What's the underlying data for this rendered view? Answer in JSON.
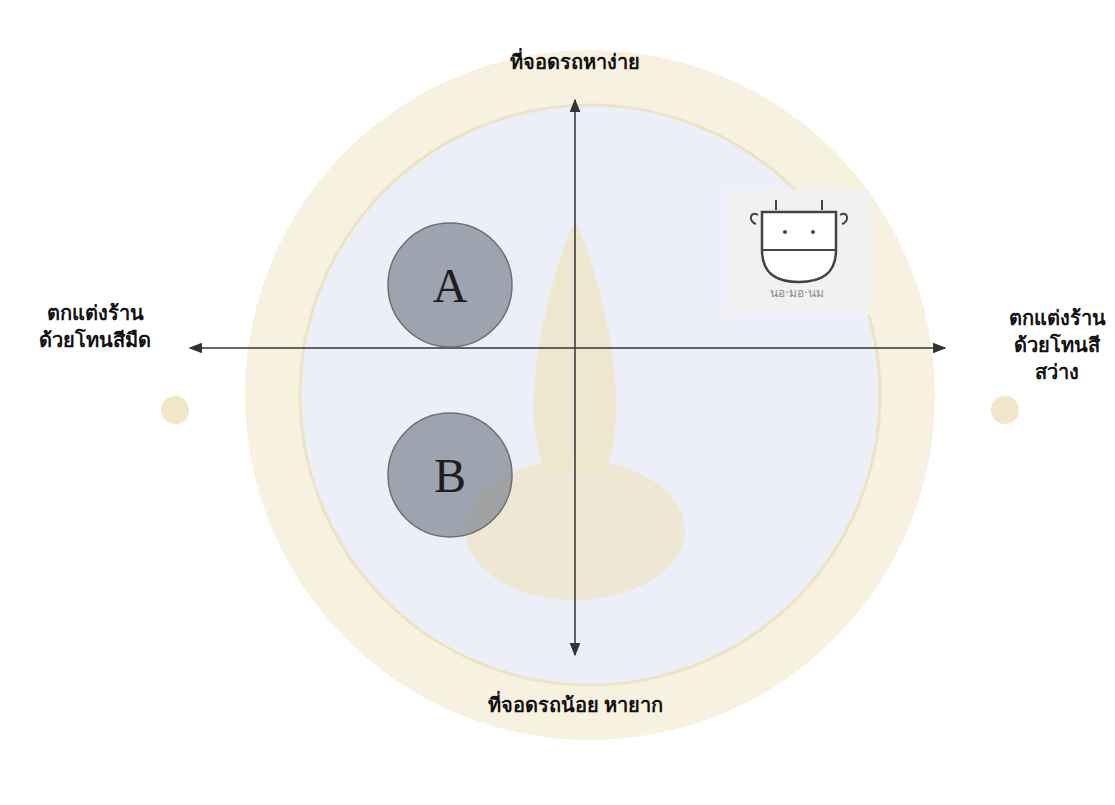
{
  "diagram": {
    "nodes": [
      {
        "text": [
          "A"
        ]
      },
      {
        "text": [
          "B"
        ]
      }
    ],
    "labels": [
      "ที่จอดรถหาง่าย",
      "ตกแต่งร้าน ด้วยโทนสีมืด",
      "ตกแต่งร้าน ด้วยโทนสี สว่าง",
      "ที่จอดรถน้อย หายาก",
      "นอ·มอ·นม"
    ]
  }
}
